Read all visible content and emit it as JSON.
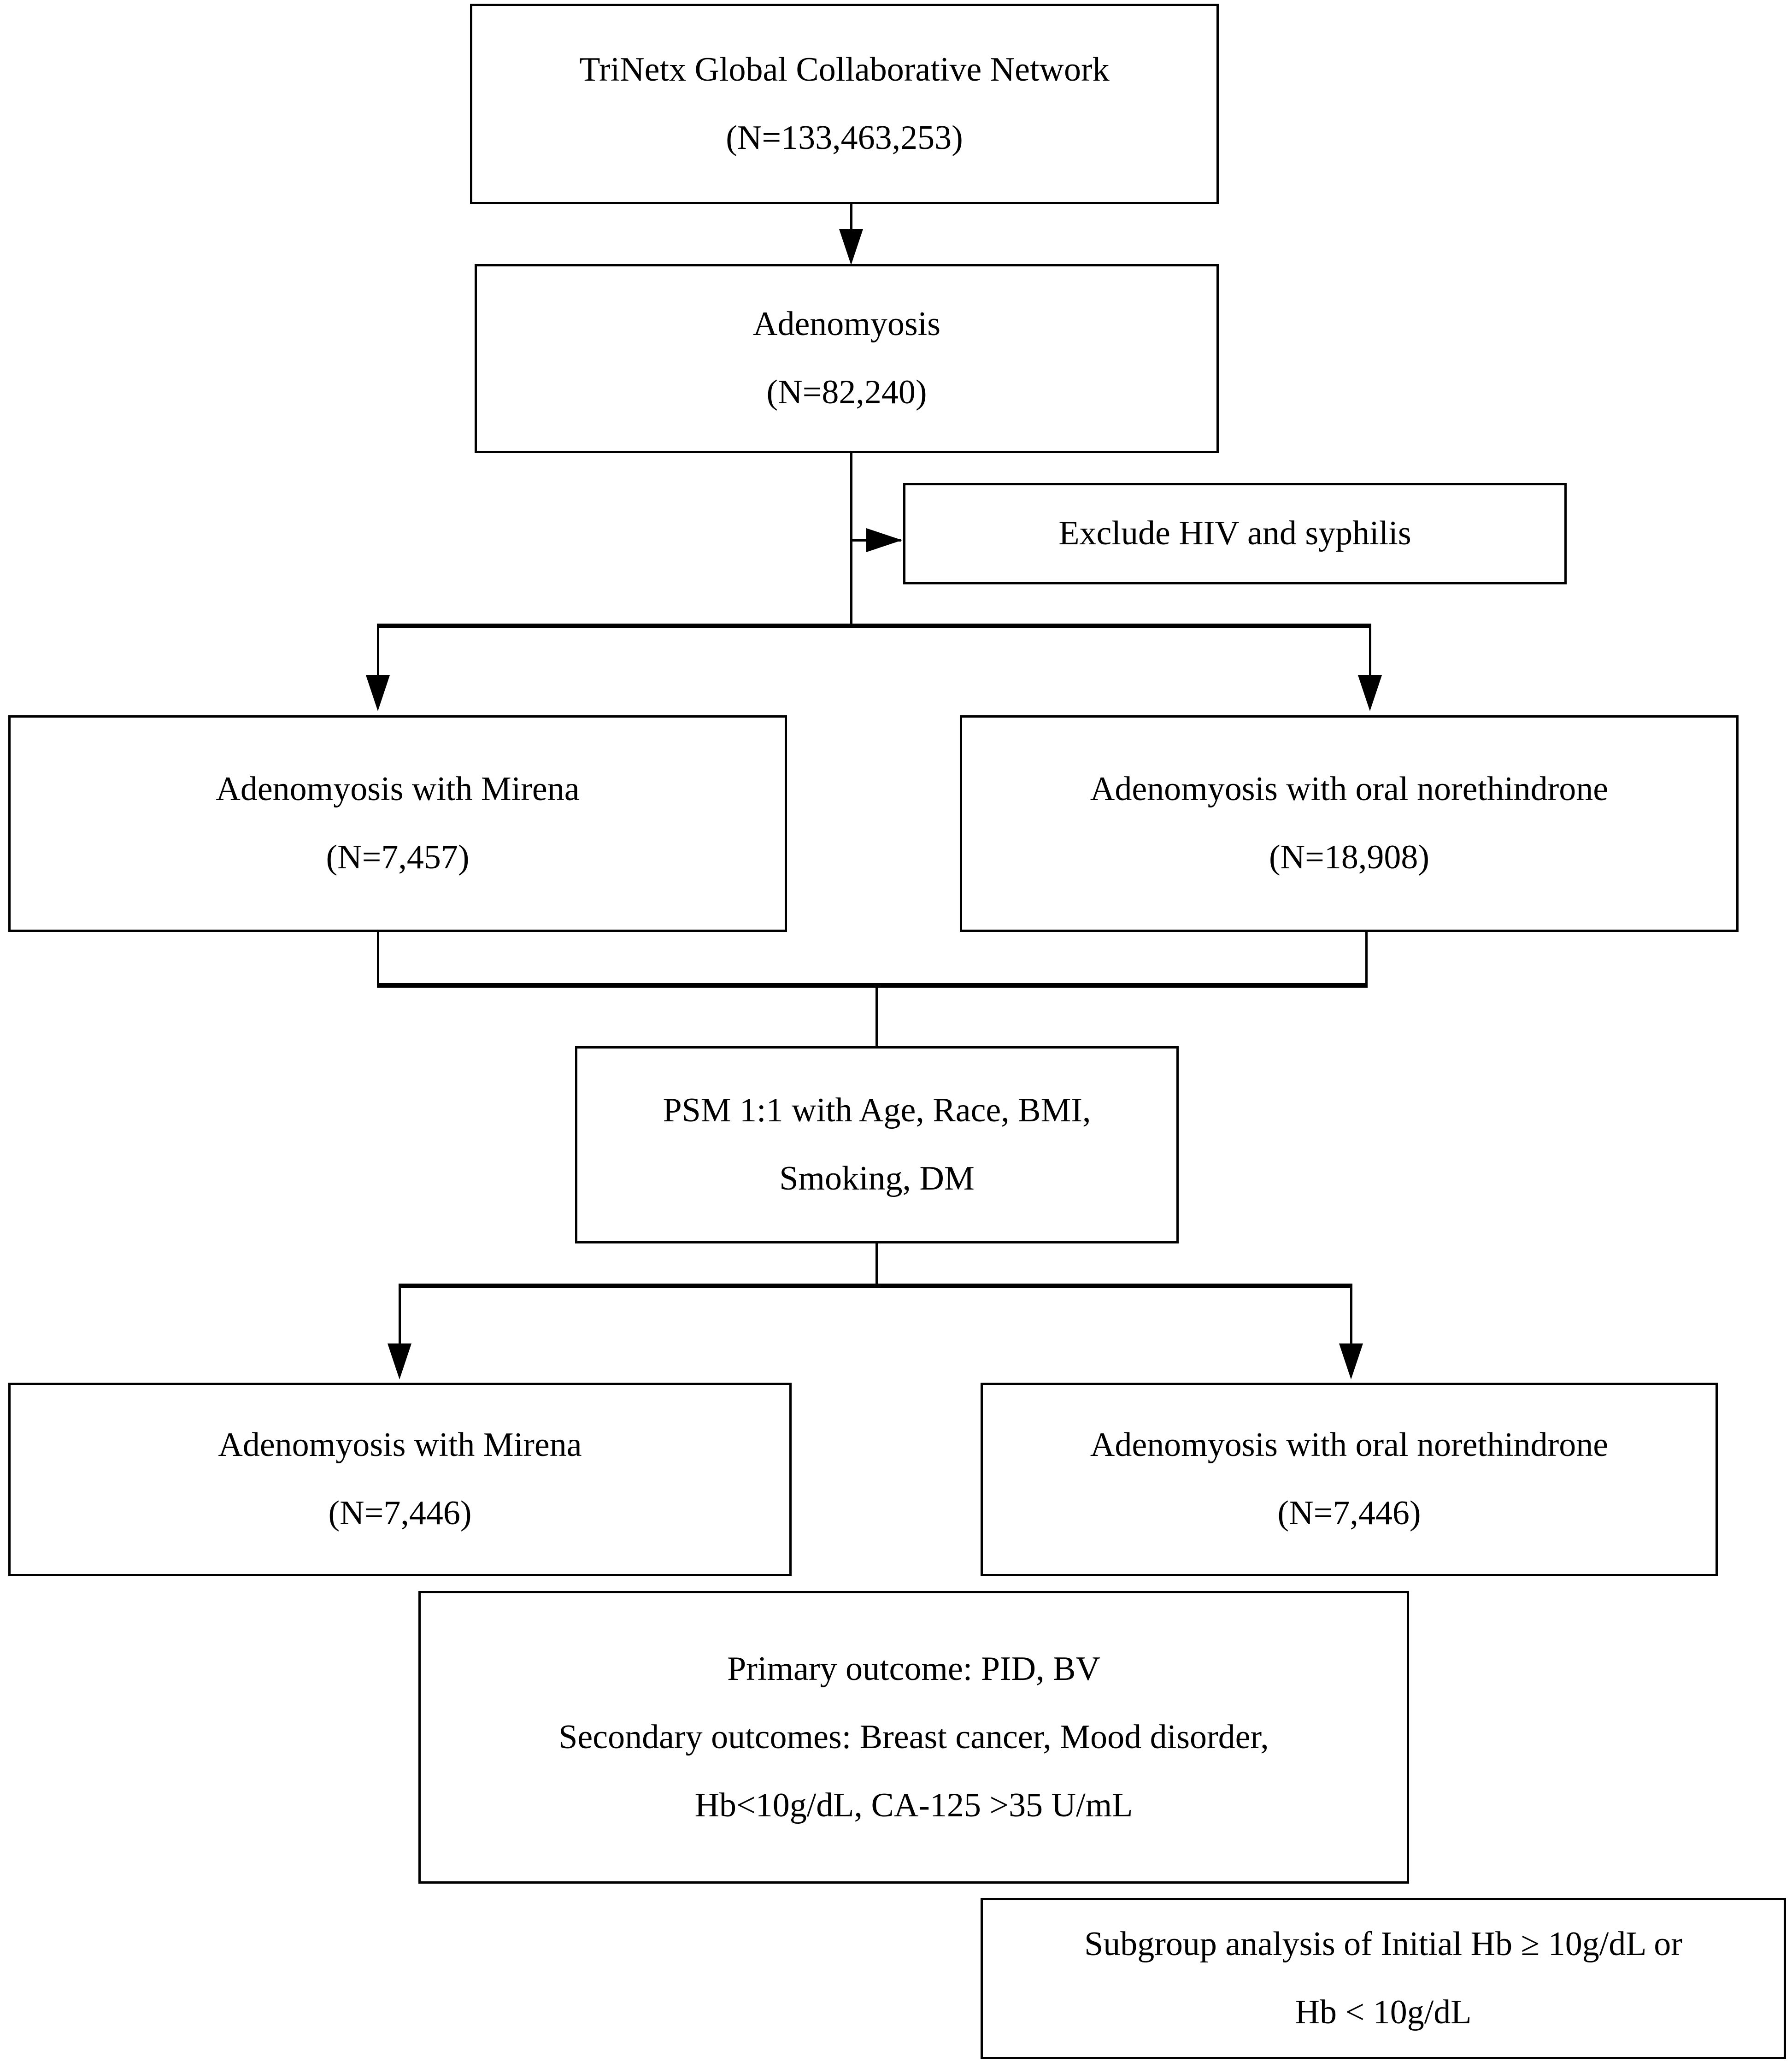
{
  "diagram": {
    "type": "study-flowchart",
    "nodes": {
      "source": {
        "lines": [
          "TriNetx Global Collaborative Network",
          "(N=133,463,253)"
        ]
      },
      "cohort": {
        "lines": [
          "Adenomyosis",
          "(N=82,240)"
        ]
      },
      "exclusion": {
        "lines": [
          "Exclude HIV and syphilis"
        ]
      },
      "arm_mirena_pre": {
        "lines": [
          "Adenomyosis with Mirena",
          "(N=7,457)"
        ]
      },
      "arm_norethindrone_pre": {
        "lines": [
          "Adenomyosis with oral norethindrone",
          "(N=18,908)"
        ]
      },
      "psm": {
        "lines": [
          "PSM 1:1 with Age, Race, BMI,",
          "Smoking, DM"
        ]
      },
      "arm_mirena_post": {
        "lines": [
          "Adenomyosis with Mirena",
          "(N=7,446)"
        ]
      },
      "arm_norethindrone_post": {
        "lines": [
          "Adenomyosis with oral norethindrone",
          "(N=7,446)"
        ]
      },
      "outcomes": {
        "lines": [
          "Primary outcome: PID, BV",
          "Secondary outcomes: Breast cancer, Mood disorder,",
          "Hb<10g/dL, CA-125 >35 U/mL"
        ]
      },
      "subgroup": {
        "lines": [
          "Subgroup analysis of Initial Hb ≥ 10g/dL or",
          "Hb < 10g/dL"
        ]
      }
    },
    "colors": {
      "stroke": "#000000",
      "fill": "#ffffff",
      "text": "#000000"
    }
  }
}
